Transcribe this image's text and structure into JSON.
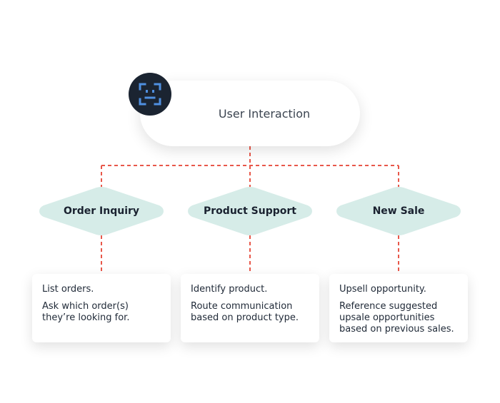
{
  "root": {
    "label": "User Interaction",
    "icon": "bot-face-icon"
  },
  "branches": [
    {
      "label": "Order Inquiry",
      "lines": [
        "List orders.",
        "Ask which order(s) they’re looking for."
      ]
    },
    {
      "label": "Product Support",
      "lines": [
        "Identify product.",
        "Route communication based on product type."
      ]
    },
    {
      "label": "New Sale",
      "lines": [
        "Upsell opportunity.",
        "Reference suggested upsale opportunities based on previous sales."
      ]
    }
  ],
  "colors": {
    "connector": "#e8584a",
    "diamond": "#d6ece8",
    "avatar": "#1b2431",
    "icon": "#4f8fe0"
  }
}
